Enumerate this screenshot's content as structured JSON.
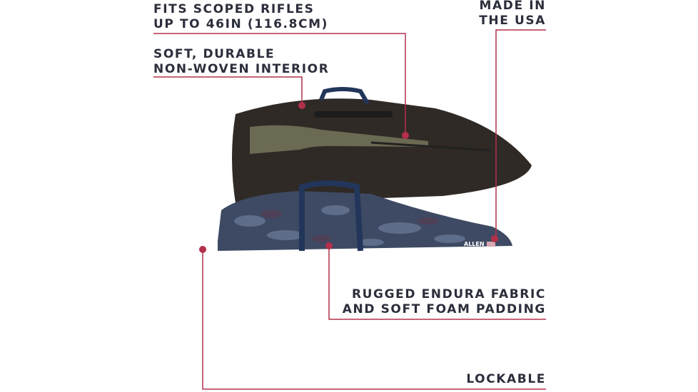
{
  "callouts": {
    "fits": {
      "line1": "Fits scoped rifles",
      "line2": "up to 46in (116.8cm)"
    },
    "interior": {
      "line1": "Soft, durable",
      "line2": "non-woven interior"
    },
    "usa": {
      "line1": "Made in",
      "line2": "the USA"
    },
    "fabric": {
      "line1": "Rugged Endura fabric",
      "line2": "and soft foam padding"
    },
    "lockable": {
      "line1": "Lockable"
    }
  },
  "brand": "ALLEN",
  "colors": {
    "accent": "#b3304a",
    "text": "#2b2e3b",
    "case_interior": "#2f2a26",
    "case_exterior": "#3e4a63",
    "handle": "#22355a"
  }
}
